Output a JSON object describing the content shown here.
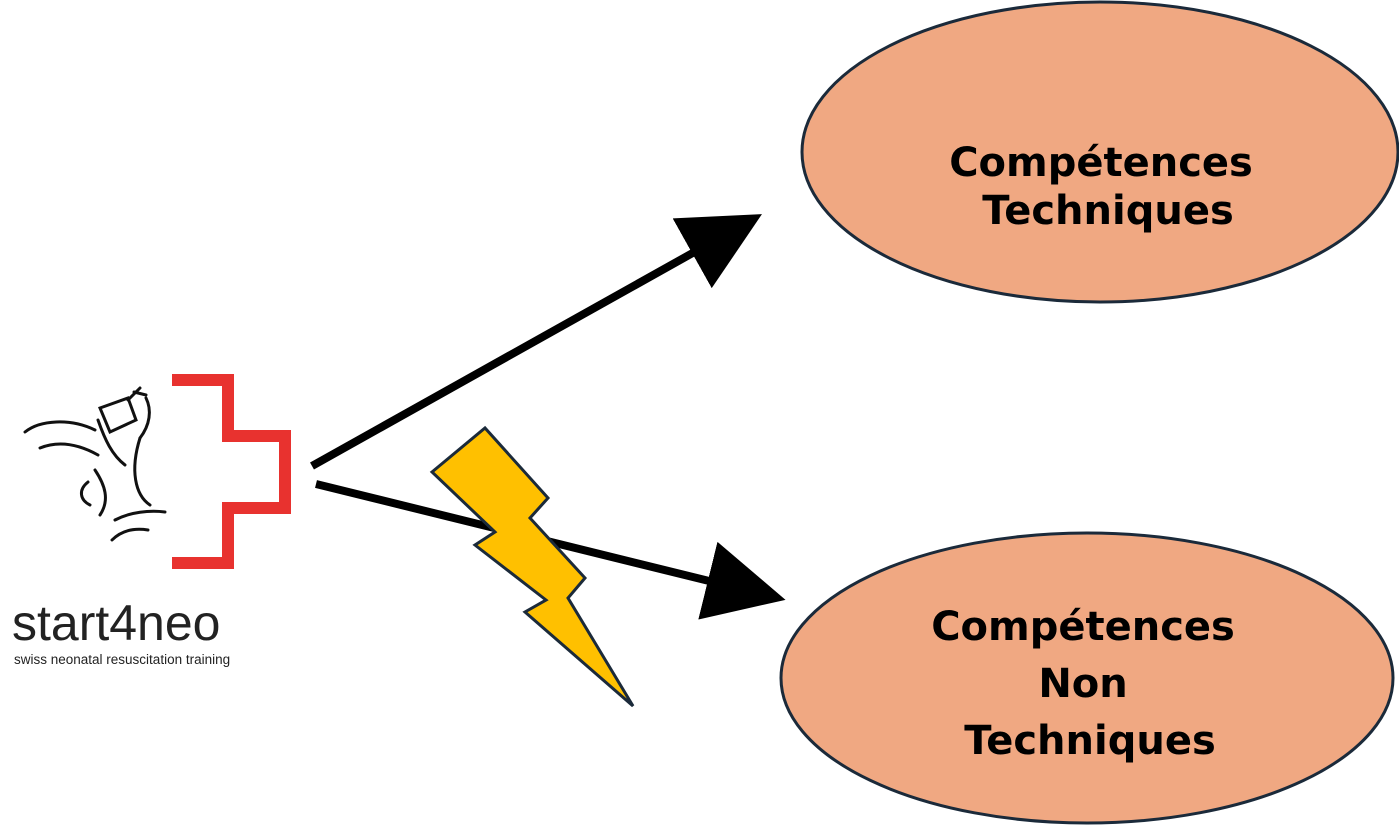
{
  "logo": {
    "name": "start4neo",
    "tagline": "swiss neonatal resuscitation training",
    "cross_color": "#e8322f"
  },
  "nodes": {
    "technical": {
      "lines": [
        "Compétences",
        "Techniques"
      ]
    },
    "non_technical": {
      "lines": [
        "Compétences",
        "Non",
        "Techniques"
      ]
    }
  },
  "colors": {
    "ellipse_fill": "#f0a882",
    "ellipse_stroke": "#1b2a3a",
    "arrow": "#000000",
    "lightning_fill": "#ffc000",
    "lightning_stroke": "#1b2a3a"
  },
  "icons": [
    "neonatal-resuscitation-icon",
    "swiss-cross-icon",
    "lightning-bolt-icon"
  ]
}
